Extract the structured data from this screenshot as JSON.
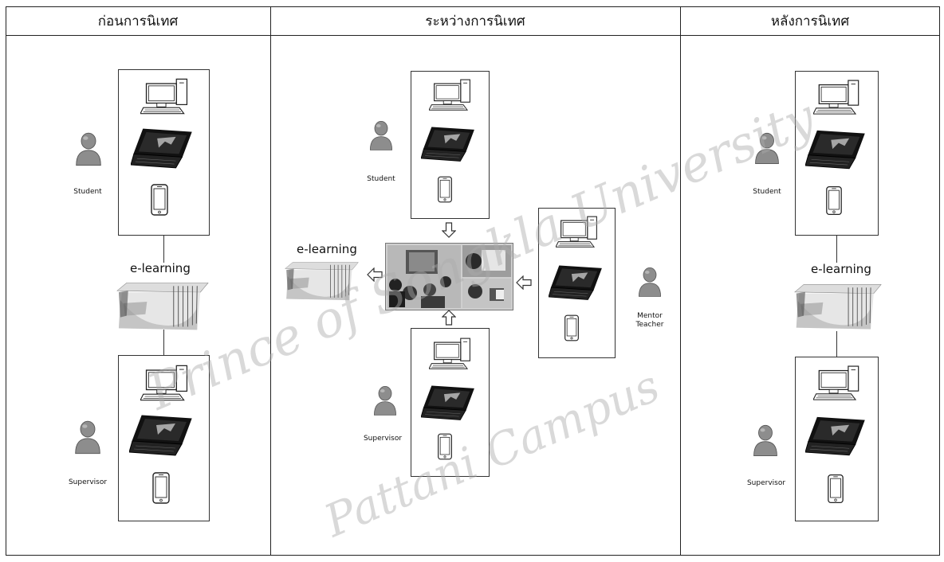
{
  "columns": [
    {
      "title": "ก่อนการนิเทศ"
    },
    {
      "title": "ระหว่างการนิเทศ"
    },
    {
      "title": "หลังการนิเทศ"
    }
  ],
  "roles": {
    "student": "Student",
    "supervisor": "Supervisor",
    "mentor_line1": "Mentor",
    "mentor_line2": "Teacher"
  },
  "elearning_label": "e-learning",
  "watermark": {
    "line1": "Prince of Songkla University",
    "line2": "Pattani Campus"
  },
  "icons": [
    "user-icon",
    "desktop-computer-icon",
    "laptop-icon",
    "smartphone-icon",
    "arrow-left-icon",
    "arrow-down-icon",
    "arrow-up-icon",
    "books-icon",
    "classroom-photo"
  ]
}
